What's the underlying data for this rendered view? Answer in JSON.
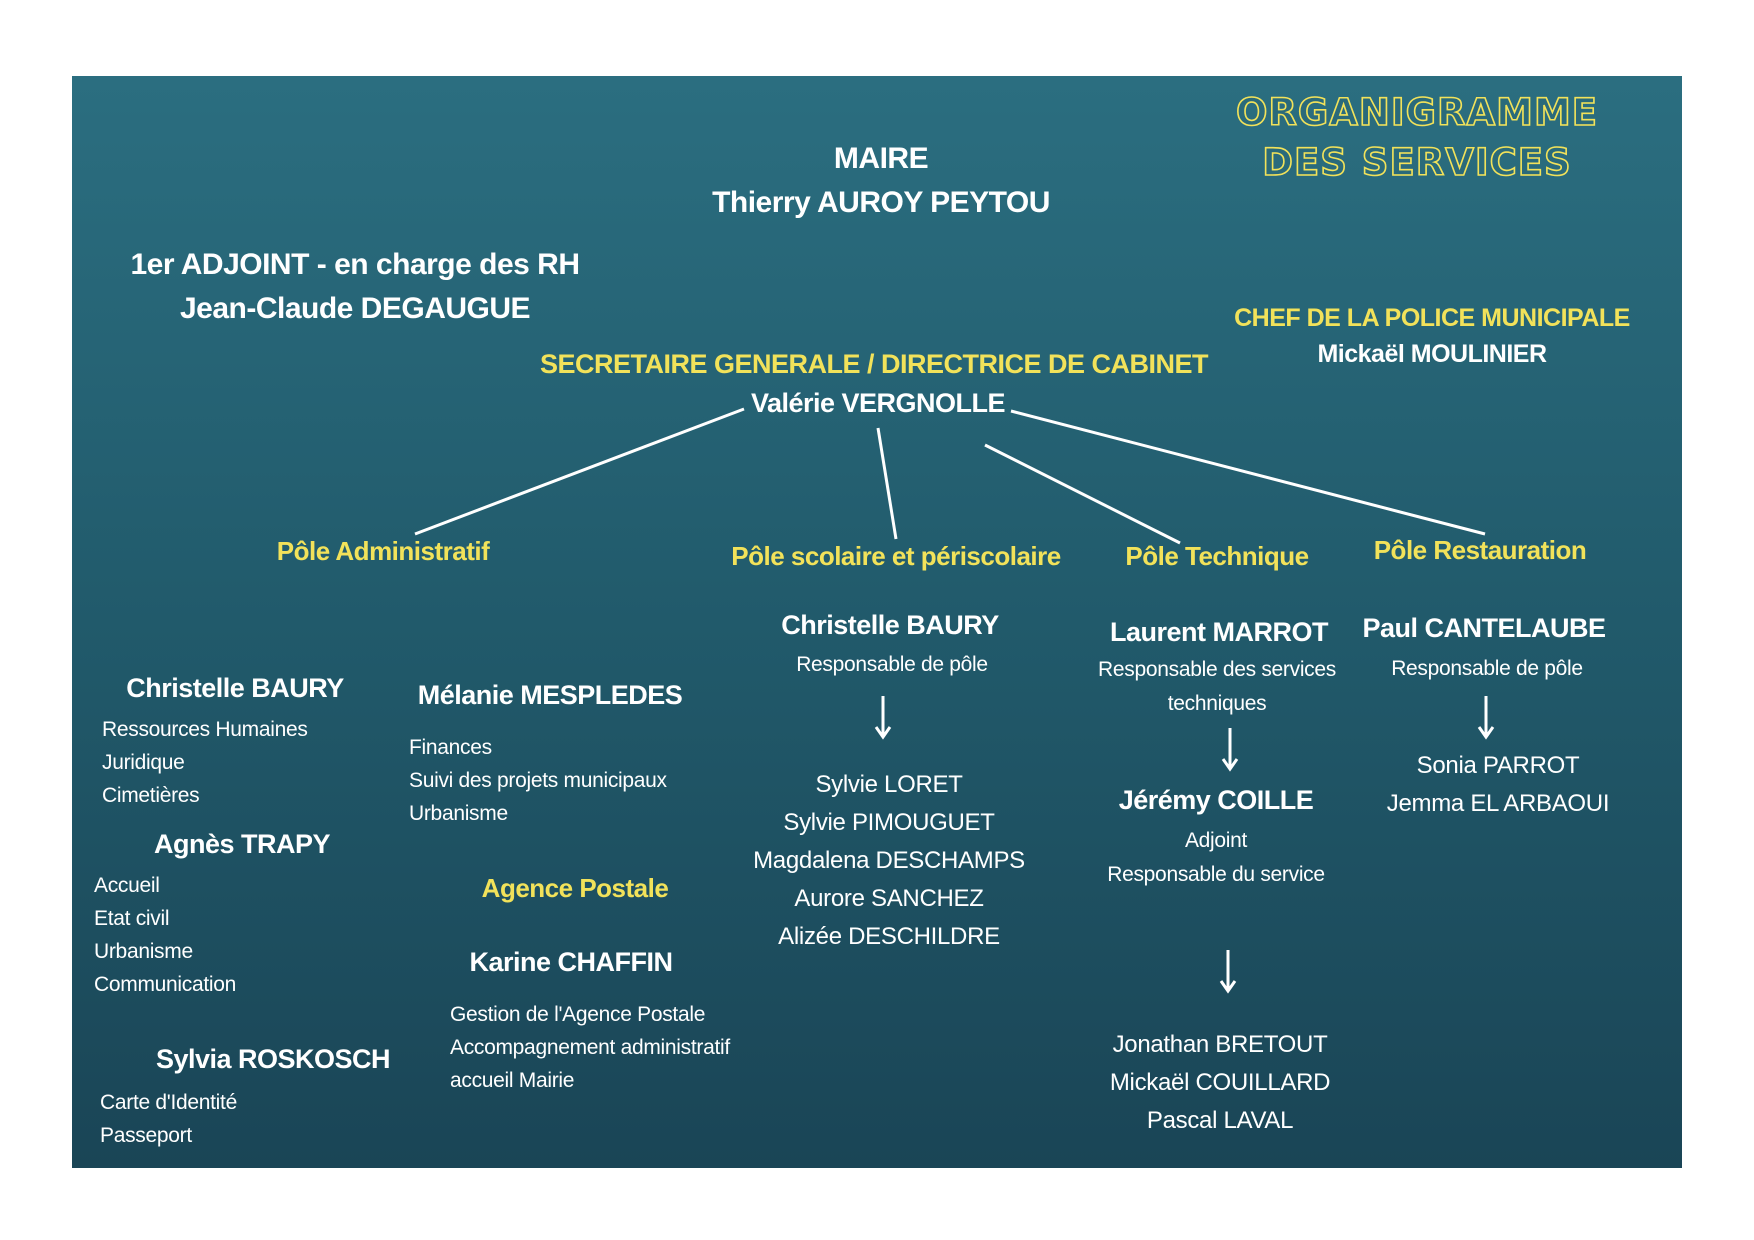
{
  "title": "ORGANIGRAMME DES SERVICES",
  "maire": {
    "role": "MAIRE",
    "name": "Thierry AUROY PEYTOU"
  },
  "adjoint": {
    "role": "1er ADJOINT - en charge des RH",
    "name": "Jean-Claude DEGAUGUE"
  },
  "police": {
    "role": "CHEF DE LA POLICE MUNICIPALE",
    "name": "Mickaël MOULINIER"
  },
  "secretaire": {
    "role": "SECRETAIRE GENERALE / DIRECTRICE DE CABINET",
    "name": "Valérie VERGNOLLE"
  },
  "poles": {
    "administratif": {
      "label": "Pôle Administratif",
      "persons": [
        {
          "name": "Christelle BAURY",
          "tasks": [
            "Ressources Humaines",
            "Juridique",
            "Cimetières"
          ]
        },
        {
          "name": "Agnès TRAPY",
          "tasks": [
            "Accueil",
            "Etat civil",
            "Urbanisme",
            "Communication"
          ]
        },
        {
          "name": "Sylvia ROSKOSCH",
          "tasks": [
            "Carte d'Identité",
            "Passeport"
          ]
        },
        {
          "name": "Mélanie MESPLEDES",
          "tasks": [
            "Finances",
            "Suivi des projets municipaux",
            "Urbanisme"
          ]
        }
      ],
      "agence": {
        "label": "Agence Postale",
        "name": "Karine CHAFFIN",
        "tasks": [
          "Gestion de l'Agence Postale",
          "Accompagnement administratif",
          "accueil Mairie"
        ]
      }
    },
    "scolaire": {
      "label": "Pôle scolaire et périscolaire",
      "lead": {
        "name": "Christelle BAURY",
        "role": "Responsable de pôle"
      },
      "members": [
        "Sylvie LORET",
        "Sylvie PIMOUGUET",
        "Magdalena DESCHAMPS",
        "Aurore SANCHEZ",
        "Alizée DESCHILDRE"
      ]
    },
    "technique": {
      "label": "Pôle Technique",
      "lead": {
        "name": "Laurent MARROT",
        "role_line1": "Responsable des services",
        "role_line2": "techniques"
      },
      "adjoint": {
        "name": "Jérémy COILLE",
        "role_line1": "Adjoint",
        "role_line2": "Responsable du service"
      },
      "members": [
        "Jonathan BRETOUT",
        "Mickaël COUILLARD",
        "Pascal LAVAL"
      ]
    },
    "restauration": {
      "label": "Pôle Restauration",
      "lead": {
        "name": "Paul CANTELAUBE",
        "role": "Responsable de pôle"
      },
      "members": [
        "Sonia PARROT",
        "Jemma EL ARBAOUI"
      ]
    }
  },
  "colors": {
    "accent": "#f2e25a",
    "text": "#ffffff",
    "bg_top": "#2b6e80",
    "bg_bottom": "#1a4556"
  }
}
